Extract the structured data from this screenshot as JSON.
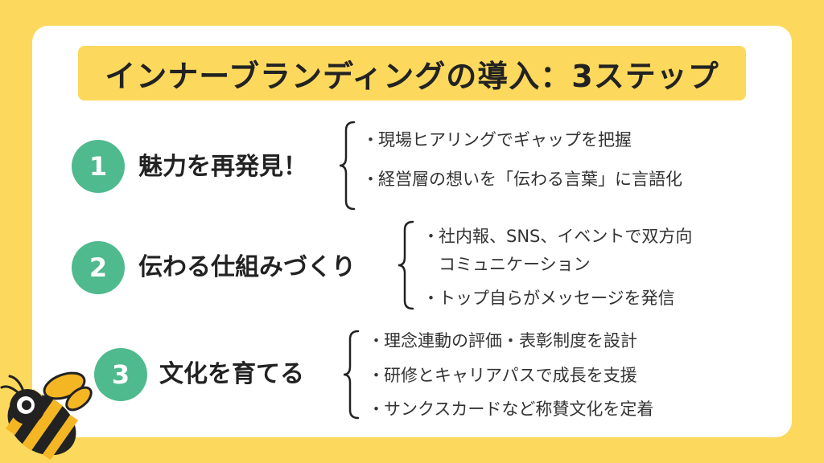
{
  "title": "インナーブランディングの導入：3ステップ",
  "steps": [
    {
      "number": "1",
      "heading": "魅力を再発見！",
      "items": [
        "現場ヒアリングでギャップを把握",
        "経営層の想いを「伝わる言葉」に言語化"
      ]
    },
    {
      "number": "2",
      "heading": "伝わる仕組みづくり",
      "items": [
        "社内報、SNS、イベントで双方向",
        "コミュニケーション",
        "トップ自らがメッセージを発信"
      ]
    },
    {
      "number": "3",
      "heading": "文化を育てる",
      "items": [
        "理念連動の評価・表彰制度を設計",
        "研修とキャリアパスで成長を支援",
        "サンクスカードなど称賛文化を定着"
      ]
    }
  ],
  "bullet": "・",
  "colors": {
    "background": "#fcd95c",
    "card": "#ffffff",
    "accent": "#4fba8d",
    "text": "#222222"
  },
  "icons": {
    "mascot": "bee-mascot-icon",
    "brace": "curly-brace-icon"
  }
}
